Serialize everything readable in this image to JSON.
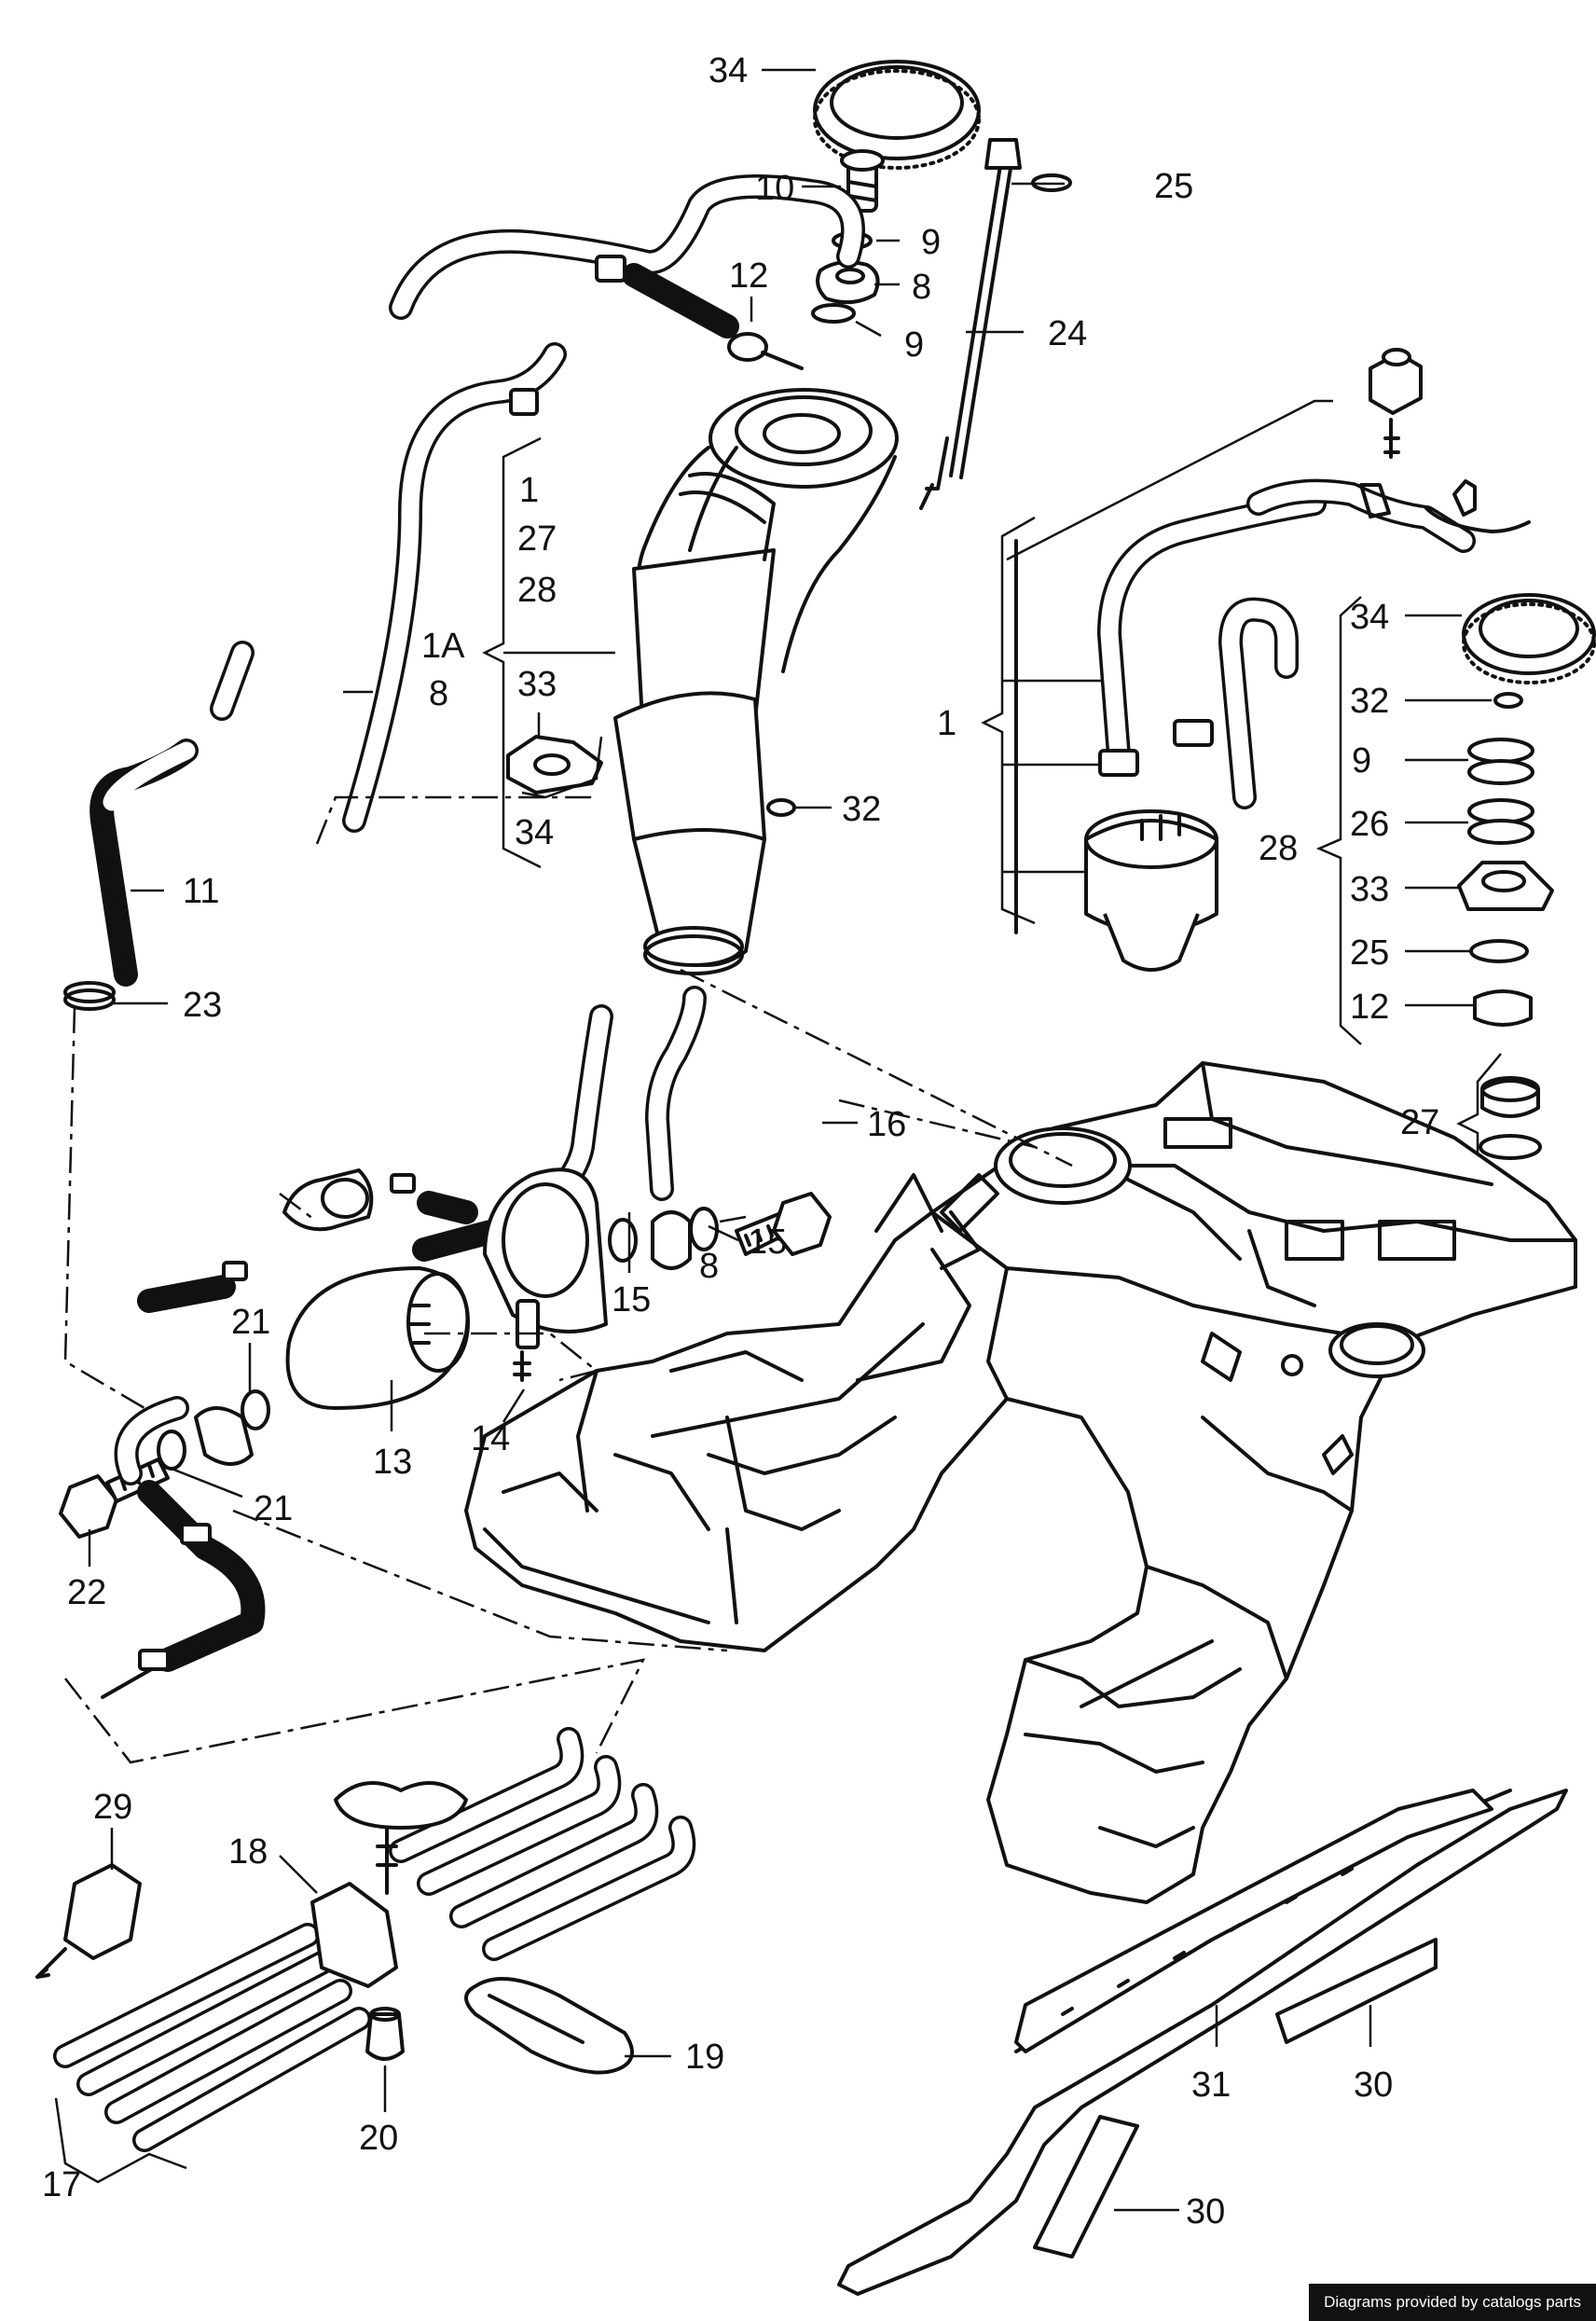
{
  "callouts": [
    {
      "id": "c34-top",
      "text": "34"
    },
    {
      "id": "c10",
      "text": "10"
    },
    {
      "id": "c25-top",
      "text": "25"
    },
    {
      "id": "c9-a",
      "text": "9"
    },
    {
      "id": "c8-top",
      "text": "8"
    },
    {
      "id": "c12-top",
      "text": "12"
    },
    {
      "id": "c9-b",
      "text": "9"
    },
    {
      "id": "c24",
      "text": "24"
    },
    {
      "id": "c1-group",
      "text": "1"
    },
    {
      "id": "c27-group",
      "text": "27"
    },
    {
      "id": "c28-group",
      "text": "28"
    },
    {
      "id": "c1a",
      "text": "1A"
    },
    {
      "id": "c33-left",
      "text": "33"
    },
    {
      "id": "c34-left",
      "text": "34"
    },
    {
      "id": "c8-hose",
      "text": "8"
    },
    {
      "id": "c32-left",
      "text": "32"
    },
    {
      "id": "c11",
      "text": "11"
    },
    {
      "id": "c23",
      "text": "23"
    },
    {
      "id": "c1-right",
      "text": "1"
    },
    {
      "id": "c34-right",
      "text": "34"
    },
    {
      "id": "c32-right",
      "text": "32"
    },
    {
      "id": "c9-right",
      "text": "9"
    },
    {
      "id": "c26",
      "text": "26"
    },
    {
      "id": "c28-right",
      "text": "28"
    },
    {
      "id": "c33-right",
      "text": "33"
    },
    {
      "id": "c25-right",
      "text": "25"
    },
    {
      "id": "c12-right",
      "text": "12"
    },
    {
      "id": "c27-right",
      "text": "27"
    },
    {
      "id": "c16",
      "text": "16"
    },
    {
      "id": "c15-a",
      "text": "15"
    },
    {
      "id": "c8-filter",
      "text": "8"
    },
    {
      "id": "c15-b",
      "text": "15"
    },
    {
      "id": "c21-a",
      "text": "21"
    },
    {
      "id": "c14",
      "text": "14"
    },
    {
      "id": "c13",
      "text": "13"
    },
    {
      "id": "c21-b",
      "text": "21"
    },
    {
      "id": "c22",
      "text": "22"
    },
    {
      "id": "c29",
      "text": "29"
    },
    {
      "id": "c18",
      "text": "18"
    },
    {
      "id": "c19",
      "text": "19"
    },
    {
      "id": "c20",
      "text": "20"
    },
    {
      "id": "c17",
      "text": "17"
    },
    {
      "id": "c31",
      "text": "31"
    },
    {
      "id": "c30-a",
      "text": "30"
    },
    {
      "id": "c30-b",
      "text": "30"
    }
  ],
  "credit": "Diagrams provided by catalogs parts"
}
